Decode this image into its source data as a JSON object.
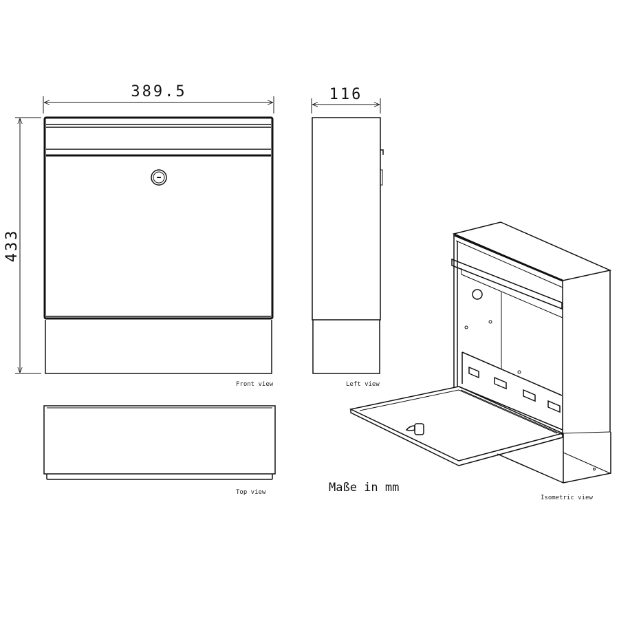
{
  "dimensions": {
    "width": "389.5",
    "depth": "116",
    "height": "433"
  },
  "views": {
    "front": "Front view",
    "left": "Left view",
    "top": "Top view",
    "isometric": "Isometric view"
  },
  "units_note": "Maße in mm"
}
